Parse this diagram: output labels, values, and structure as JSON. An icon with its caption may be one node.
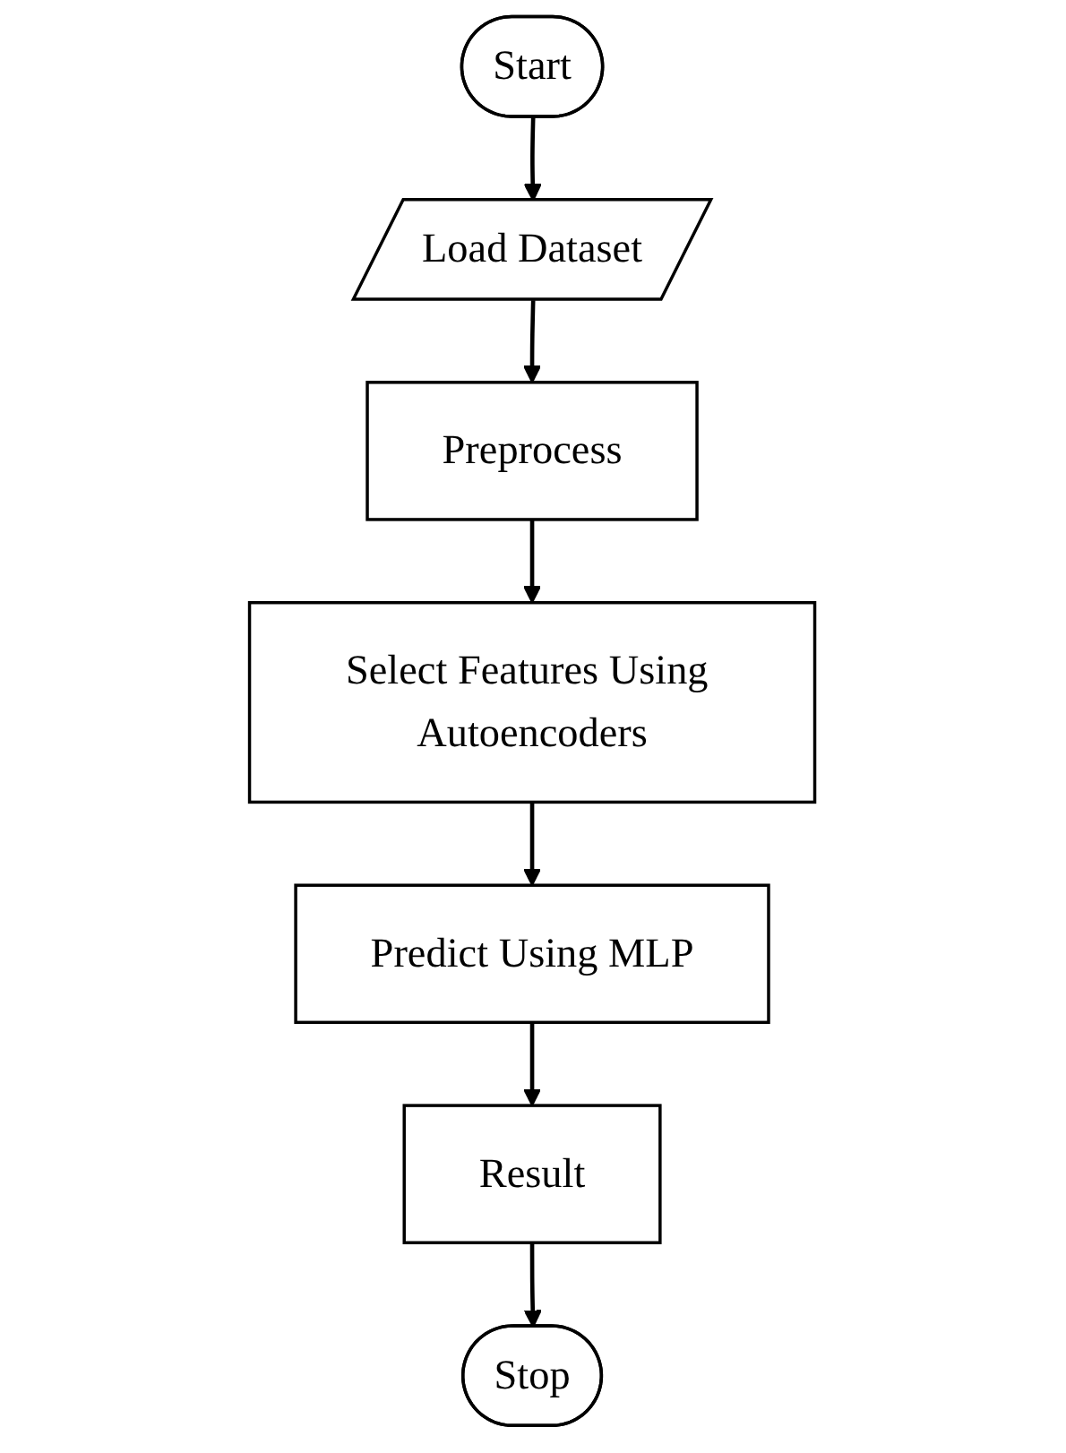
{
  "diagram": {
    "nodes": [
      {
        "text": [
          "Start"
        ]
      },
      {
        "text": [
          "Load Dataset"
        ]
      },
      {
        "text": [
          "Preprocess"
        ]
      },
      {
        "text": [
          "Select Features Using Autoencoders"
        ]
      },
      {
        "text": [
          "Predict Using MLP"
        ]
      },
      {
        "text": [
          "Result"
        ]
      },
      {
        "text": [
          "Stop"
        ]
      }
    ],
    "edges": [
      {
        "from": 0,
        "to": 1,
        "arrow": "to"
      },
      {
        "from": 1,
        "to": 2,
        "arrow": "to"
      },
      {
        "from": 2,
        "to": 3,
        "arrow": "to"
      },
      {
        "from": 3,
        "to": 4,
        "arrow": "to"
      },
      {
        "from": 4,
        "to": 5,
        "arrow": "to"
      },
      {
        "from": 5,
        "to": 6,
        "arrow": "to"
      }
    ]
  }
}
